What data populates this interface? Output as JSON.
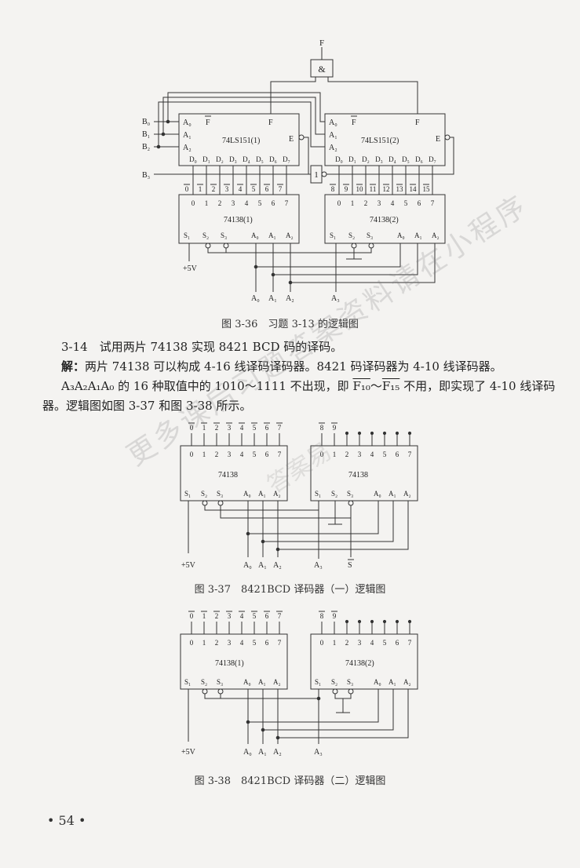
{
  "figure_336": {
    "caption": "图 3-36　习题 3-13 的逻辑图",
    "and_gate": "&",
    "output": "F",
    "not_gate": "1",
    "mux1": {
      "name": "74LS151(1)",
      "a0": "A₀",
      "a1": "A₁",
      "a2": "A₂",
      "f": "F",
      "fbar": "F",
      "e": "E",
      "data": [
        "D₀",
        "D₁",
        "D₂",
        "D₃",
        "D₄",
        "D₅",
        "D₆",
        "D₇"
      ]
    },
    "mux2": {
      "name": "74LS151(2)",
      "a0": "A₀",
      "a1": "A₁",
      "a2": "A₂",
      "f": "F",
      "fbar": "F",
      "e": "E",
      "data": [
        "D₀",
        "D₁",
        "D₂",
        "D₃",
        "D₄",
        "D₅",
        "D₆",
        "D₇"
      ]
    },
    "inputs": [
      "B₀",
      "B₁",
      "B₂",
      "B₃"
    ],
    "dec1": {
      "name": "74138(1)",
      "outputs": [
        "0",
        "1",
        "2",
        "3",
        "4",
        "5",
        "6",
        "7"
      ],
      "s1": "S₁",
      "s2": "S₂",
      "s3": "S₃",
      "a0": "A₀",
      "a1": "A₁",
      "a2": "A₂"
    },
    "dec2": {
      "name": "74138(2)",
      "outputs": [
        "0",
        "1",
        "2",
        "3",
        "4",
        "5",
        "6",
        "7"
      ],
      "s1": "S₁",
      "s2": "S₂",
      "s3": "S₃",
      "a0": "A₀",
      "a1": "A₁",
      "a2": "A₂"
    },
    "out_labels_1": [
      "0",
      "1",
      "2",
      "3",
      "4",
      "5",
      "6",
      "7"
    ],
    "out_labels_2": [
      "8",
      "9",
      "10",
      "11",
      "12",
      "13",
      "14",
      "15"
    ],
    "vcc": "+5V",
    "bottom": [
      "A₀",
      "A₁",
      "A₂",
      "A₃"
    ]
  },
  "problem": {
    "line1": "3-14　试用两片 74138 实现 8421 BCD 码的译码。",
    "answer_label": "解：",
    "line2": "两片 74138 可以构成 4-16 线译码译码器。8421 码译码器为 4-10 线译码器。",
    "line3a": "A₃A₂A₁A₀ 的 16 种取值中的 1010～1111 不出现，即 ",
    "f10": "F₁₀",
    "tilde": "～",
    "f15": "F₁₅",
    "line3b": " 不用，即实现了 4-10 线译码",
    "line4": "器。逻辑图如图 3-37 和图 3-38 所示。"
  },
  "figure_337": {
    "caption": "图 3-37　8421BCD 译码器（一）逻辑图",
    "dec1": {
      "name": "74138",
      "outputs": [
        "0",
        "1",
        "2",
        "3",
        "4",
        "5",
        "6",
        "7"
      ],
      "s1": "S₁",
      "s2": "S₂",
      "s3": "S₃",
      "a0": "A₀",
      "a1": "A₁",
      "a2": "A₂"
    },
    "dec2": {
      "name": "74138",
      "outputs": [
        "0",
        "1",
        "2",
        "3",
        "4",
        "5",
        "6",
        "7"
      ],
      "s1": "S₁",
      "s2": "S₂",
      "s3": "S₃",
      "a0": "A₀",
      "a1": "A₁",
      "a2": "A₂"
    },
    "top_labels_1": [
      "0",
      "1",
      "2",
      "3",
      "4",
      "5",
      "6",
      "7"
    ],
    "top_labels_2": [
      "8",
      "9"
    ],
    "vcc": "+5V",
    "bottom": [
      "A₀",
      "A₁",
      "A₂",
      "A₃",
      "S"
    ]
  },
  "figure_338": {
    "caption": "图 3-38　8421BCD 译码器（二）逻辑图",
    "dec1": {
      "name": "74138(1)",
      "outputs": [
        "0",
        "1",
        "2",
        "3",
        "4",
        "5",
        "6",
        "7"
      ],
      "s1": "S₁",
      "s2": "S₂",
      "s3": "S₃",
      "a0": "A₀",
      "a1": "A₁",
      "a2": "A₂"
    },
    "dec2": {
      "name": "74138(2)",
      "outputs": [
        "0",
        "1",
        "2",
        "3",
        "4",
        "5",
        "6",
        "7"
      ],
      "s1": "S₁",
      "s2": "S₂",
      "s3": "S₃",
      "a0": "A₀",
      "a1": "A₁",
      "a2": "A₂"
    },
    "top_labels_1": [
      "0",
      "1",
      "2",
      "3",
      "4",
      "5",
      "6",
      "7"
    ],
    "top_labels_2": [
      "8",
      "9"
    ],
    "vcc": "+5V",
    "bottom": [
      "A₀",
      "A₁",
      "A₂",
      "A₃"
    ]
  },
  "watermark": "更多课后习题答案资料请在小程序",
  "watermark2": "答案易",
  "page_number": "• 54 •"
}
